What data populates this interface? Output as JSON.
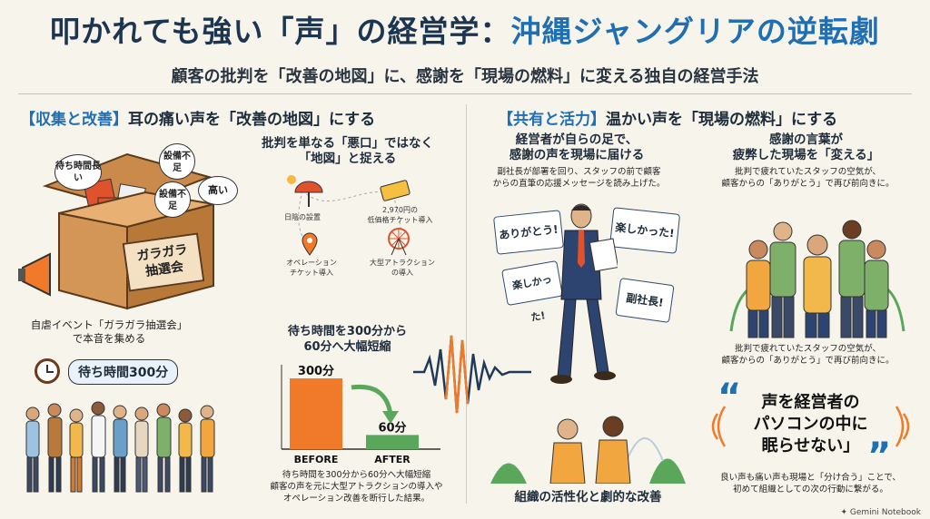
{
  "title_part1": "叩かれても強い「声」の経営学：",
  "title_part2": "沖縄ジャングリアの逆転劇",
  "subtitle": "顧客の批判を「改善の地図」に、感謝を「現場の燃料」に変える独自の経営手法",
  "left": {
    "tag": "【収集と改善】",
    "heading": "耳の痛い声を「改善の地図」にする",
    "bubbles": [
      "待ち時間長い",
      "設備不足",
      "設備不足",
      "高い"
    ],
    "box_sign": "ガラガラ抽選会",
    "event_caption": [
      "自虐イベント「ガラガラ抽選会」",
      "で本音を集める"
    ],
    "wait_label": "待ち時間300分",
    "map_heading": [
      "批判を単なる「悪口」ではなく",
      "「地図」と捉える"
    ],
    "map_items": [
      {
        "icon": "sun-umbrella-icon",
        "label": "日陰の設置"
      },
      {
        "icon": "ticket-icon",
        "label": "2,970円の\n低価格チケット導入"
      },
      {
        "icon": "map-pin-icon",
        "label": "オペレーション\nチケット導入"
      },
      {
        "icon": "ferris-wheel-icon",
        "label": "大型アトラクション\nの導入"
      }
    ],
    "chart_heading": [
      "待ち時間を300分から",
      "60分へ大幅短縮"
    ],
    "chart_caption": [
      "待ち時間を300分から60分へ大幅短縮",
      "顧客の声を元に大型アトラクションの導入や",
      "オペレーション改善を断行した結果。"
    ]
  },
  "right": {
    "tag": "【共有と活力】",
    "heading": "温かい声を「現場の燃料」にする",
    "ceo_heading": [
      "経営者が自らの足で、",
      "感謝の声を現場に届ける"
    ],
    "ceo_caption": [
      "副社長が部署を回り、スタッフの前で顧客",
      "からの直筆の応援メッセージを読み上げた。"
    ],
    "notes": [
      "ありがとう!",
      "楽しかった!",
      "楽しかった!",
      "副社長!"
    ],
    "thanks_heading": [
      "感謝の言葉が",
      "疲弊した現場を「変える」"
    ],
    "thanks_caption1": [
      "批判で疲れていたスタッフの空気が、",
      "顧客からの「ありがとう」で再び前向きに。"
    ],
    "thanks_caption2": [
      "批判で疲れていたスタッフの空気が、",
      "顧客からの「ありがとう」で再び前向きに。"
    ],
    "org_label": "組織の活性化と劇的な改善",
    "quote": [
      "声を経営者の",
      "パソコンの中に",
      "眠らせない」"
    ],
    "quote_caption": [
      "良い声も痛い声も現場と「分け合う」ことで、",
      "初めて組織としての次の行動に繋がる。"
    ]
  },
  "footer": "Gemini Notebook",
  "chart_data": {
    "type": "bar",
    "categories": [
      "BEFORE",
      "AFTER"
    ],
    "values": [
      300,
      60
    ],
    "value_labels": [
      "300分",
      "60分"
    ],
    "colors": [
      "#f07a2a",
      "#5aa65a"
    ],
    "title": "待ち時間を300分から60分へ大幅短縮"
  }
}
